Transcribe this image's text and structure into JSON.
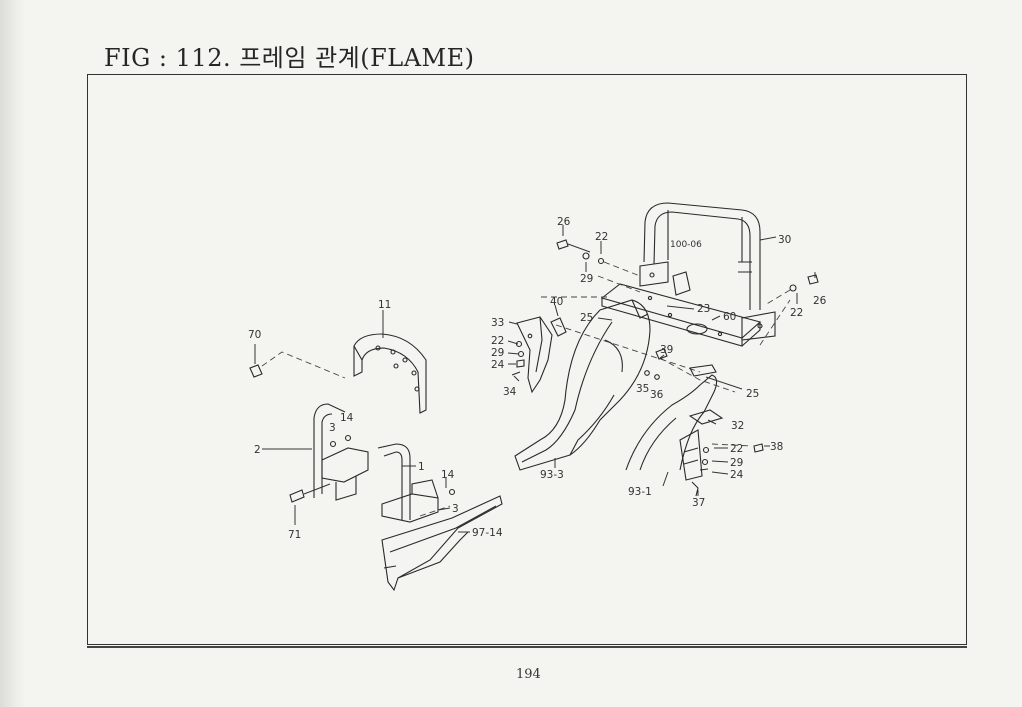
{
  "title": "FIG : 112. 프레임 관계(FLAME)",
  "page_number": "194",
  "callouts": {
    "c26a": "26",
    "c22a": "22",
    "c29a": "29",
    "c100": "100-06",
    "c30": "30",
    "c26b": "26",
    "c22b": "22",
    "c23": "23",
    "c60": "60",
    "c40": "40",
    "c25a": "25",
    "c33": "33",
    "c22c": "22",
    "c29c": "29",
    "c24c": "24",
    "c34": "34",
    "c39": "39",
    "c35": "35",
    "c36": "36",
    "c25b": "25",
    "c11": "11",
    "c70": "70",
    "c14a": "14",
    "c3a": "3",
    "c2": "2",
    "c1": "1",
    "c14b": "14",
    "c3b": "3",
    "c71": "71",
    "c9714": "97-14",
    "c933": "93-3",
    "c32": "32",
    "c38": "38",
    "c22d": "22",
    "c29d": "29",
    "c24d": "24",
    "c931": "93-1",
    "c37": "37"
  }
}
